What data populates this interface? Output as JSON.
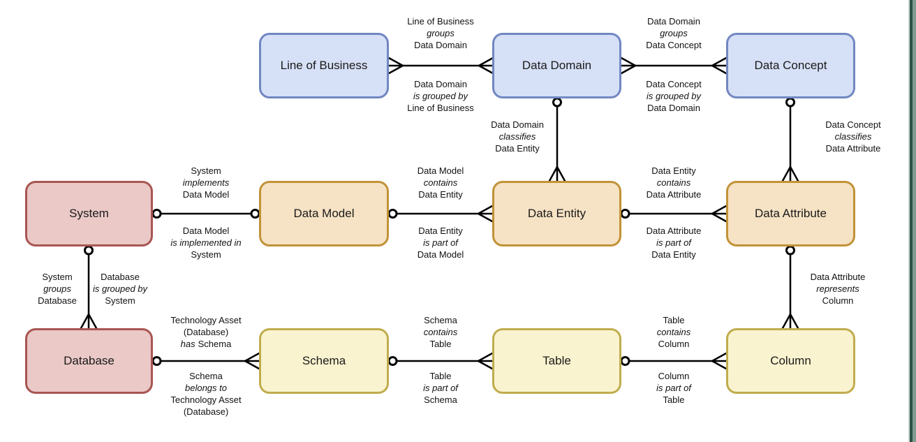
{
  "nodes": {
    "line_of_business": {
      "label": "Line of Business"
    },
    "data_domain": {
      "label": "Data Domain"
    },
    "data_concept": {
      "label": "Data Concept"
    },
    "system": {
      "label": "System"
    },
    "data_model": {
      "label": "Data Model"
    },
    "data_entity": {
      "label": "Data Entity"
    },
    "data_attribute": {
      "label": "Data Attribute"
    },
    "database": {
      "label": "Database"
    },
    "schema": {
      "label": "Schema"
    },
    "table": {
      "label": "Table"
    },
    "column": {
      "label": "Column"
    }
  },
  "edges": {
    "lob_dd": {
      "above": [
        "Line of Business",
        "groups",
        "Data Domain"
      ],
      "below": [
        "Data Domain",
        "is grouped by",
        "Line of Business"
      ]
    },
    "dd_dc": {
      "above": [
        "Data Domain",
        "groups",
        "Data Concept"
      ],
      "below": [
        "Data Concept",
        "is grouped by",
        "Data Domain"
      ]
    },
    "sys_dm": {
      "above": [
        "System",
        "implements",
        "Data Model"
      ],
      "below": [
        "Data Model",
        "is implemented in",
        "System"
      ]
    },
    "dm_de": {
      "above": [
        "Data Model",
        "contains",
        "Data Entity"
      ],
      "below": [
        "Data Entity",
        "is part of",
        "Data Model"
      ]
    },
    "de_da": {
      "above": [
        "Data Entity",
        "contains",
        "Data Attribute"
      ],
      "below": [
        "Data Attribute",
        "is part of",
        "Data Entity"
      ]
    },
    "db_schema": {
      "above": [
        "Technology Asset",
        "(Database)"
      ],
      "above_verb": "has",
      "above_obj": "Schema",
      "below_subj": "Schema",
      "below_verb": "belongs to",
      "below_rest": [
        "Technology Asset",
        "(Database)"
      ]
    },
    "schema_table": {
      "above": [
        "Schema",
        "contains",
        "Table"
      ],
      "below": [
        "Table",
        "is part of",
        "Schema"
      ]
    },
    "table_col": {
      "above": [
        "Table",
        "contains",
        "Column"
      ],
      "below": [
        "Column",
        "is part of",
        "Table"
      ]
    },
    "sys_db": {
      "left": [
        "System",
        "groups",
        "Database"
      ],
      "right": [
        "Database",
        "is grouped by",
        "System"
      ]
    },
    "dd_de": {
      "label": [
        "Data Domain",
        "classifies",
        "Data Entity"
      ]
    },
    "dc_da": {
      "label": [
        "Data Concept",
        "classifies",
        "Data Attribute"
      ]
    },
    "da_col": {
      "label": [
        "Data Attribute",
        "represents",
        "Column"
      ]
    }
  },
  "colors": {
    "tier_business_fill": "#d6e0f6",
    "tier_business_border": "#7187c1",
    "tier_system_fill": "#eac9c7",
    "tier_system_border": "#a85552",
    "tier_logical_fill": "#f6e2c4",
    "tier_logical_border": "#c19237",
    "tier_physical_fill": "#faf3cf",
    "tier_physical_border": "#c0ac4e",
    "wire": "#000000",
    "window_edge_dark": "#2d5247",
    "window_edge_light": "#7f9c8f"
  }
}
